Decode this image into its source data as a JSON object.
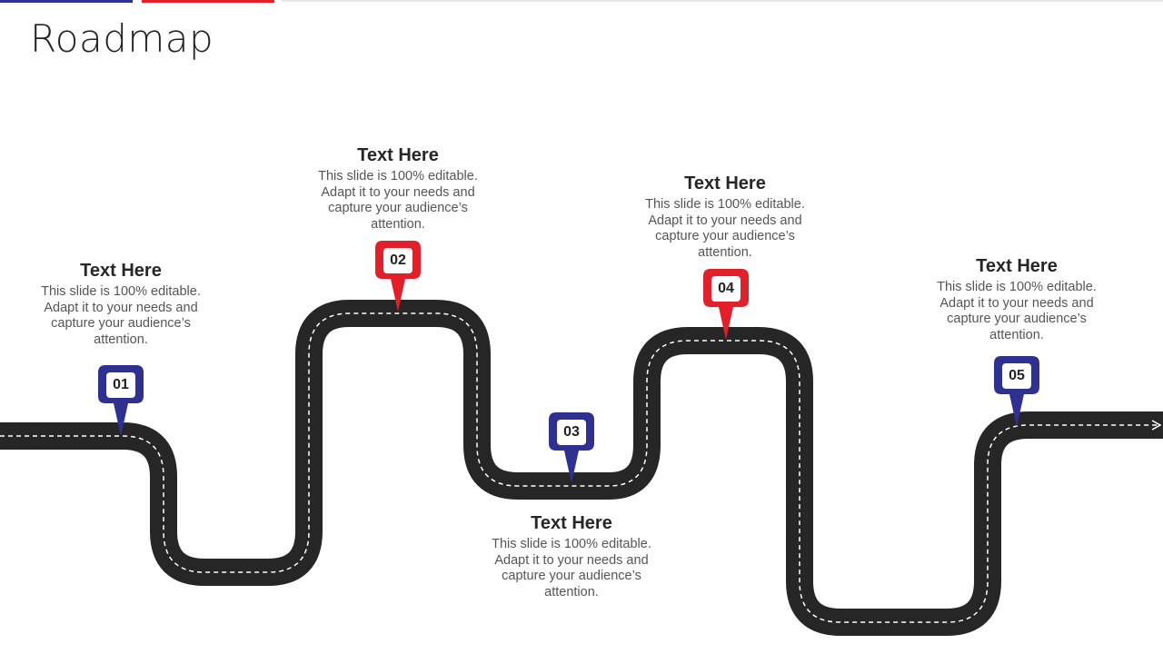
{
  "title": "Roadmap",
  "colors": {
    "blue": "#2E3192",
    "red": "#E3202A",
    "road": "#262626",
    "dash": "#ffffff"
  },
  "milestones": [
    {
      "number": "01",
      "color": "blue",
      "heading": "Text Here",
      "text": "This slide is 100% editable. Adapt it to your needs and capture your audience’s attention."
    },
    {
      "number": "02",
      "color": "red",
      "heading": "Text Here",
      "text": "This slide is 100% editable. Adapt it to your needs and capture your audience’s attention."
    },
    {
      "number": "03",
      "color": "blue",
      "heading": "Text Here",
      "text": "This slide is 100% editable. Adapt it to your needs and capture your audience’s attention."
    },
    {
      "number": "04",
      "color": "red",
      "heading": "Text Here",
      "text": "This slide is 100% editable. Adapt it to your needs and capture your audience’s attention."
    },
    {
      "number": "05",
      "color": "blue",
      "heading": "Text Here",
      "text": "This slide is 100% editable. Adapt it to your needs and capture your audience’s attention."
    }
  ]
}
